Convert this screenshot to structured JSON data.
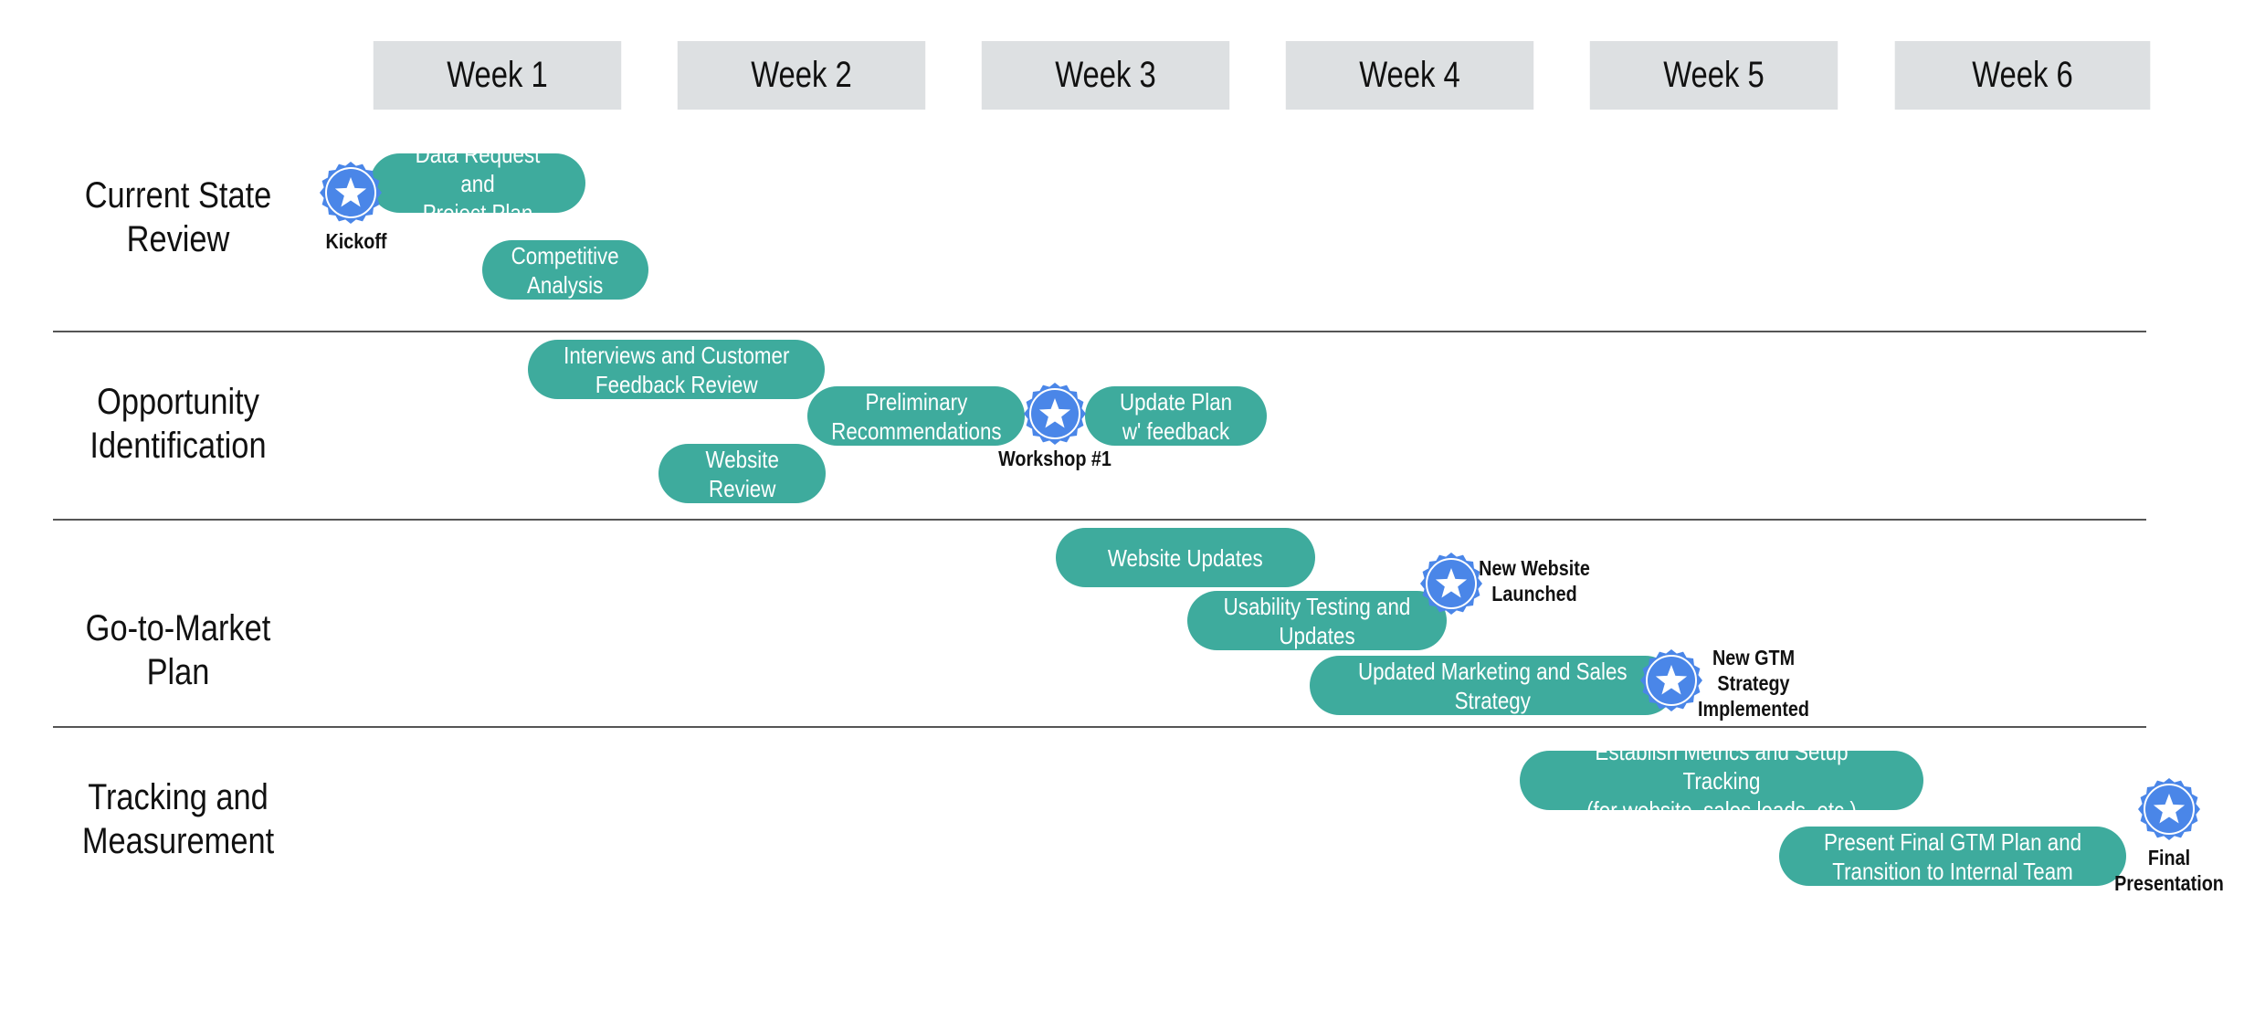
{
  "weeks": [
    "Week 1",
    "Week 2",
    "Week 3",
    "Week 4",
    "Week 5",
    "Week 6"
  ],
  "phases": [
    "Current State\nReview",
    "Opportunity\nIdentification",
    "Go-to-Market Plan",
    "Tracking and\nMeasurement"
  ],
  "tasks": [
    "Data Request and\nProject Plan",
    "Competitive\nAnalysis",
    "Interviews and Customer\nFeedback Review",
    "Preliminary\nRecommendations",
    "Update Plan\nw' feedback",
    "Website\nReview",
    "Website Updates",
    "Usability Testing and\nUpdates",
    "Updated Marketing and Sales\nStrategy",
    "Establish Metrics and Setup Tracking\n(for website, sales leads, etc.)",
    "Present Final GTM Plan and\nTransition to Internal Team"
  ],
  "milestones": [
    "Kickoff",
    "Workshop #1",
    "New Website\nLaunched",
    "New GTM\nStrategy\nImplemented",
    "Final\nPresentation"
  ],
  "colors": {
    "task_fill": "#3eab9d",
    "milestone_fill": "#4a86e8",
    "header_fill": "#dde0e2",
    "divider": "#555555"
  },
  "icons": {
    "milestone": "star-badge-icon"
  }
}
